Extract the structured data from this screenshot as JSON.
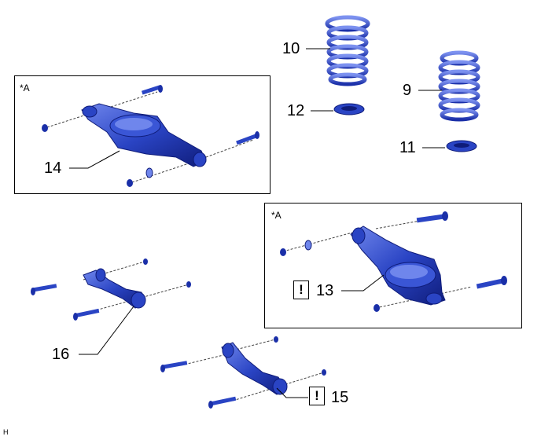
{
  "colors": {
    "part_fill": "#2a44c4",
    "part_dark": "#0f1c7a",
    "part_light": "#6f86ec",
    "line": "#000000"
  },
  "insets": [
    {
      "tag": "*A"
    },
    {
      "tag": "*A"
    }
  ],
  "callouts": {
    "p9": "9",
    "p10": "10",
    "p11": "11",
    "p12": "12",
    "p13": "13",
    "p14": "14",
    "p15": "15",
    "p16": "16"
  },
  "caution_symbol": "!",
  "corner_label": "H"
}
